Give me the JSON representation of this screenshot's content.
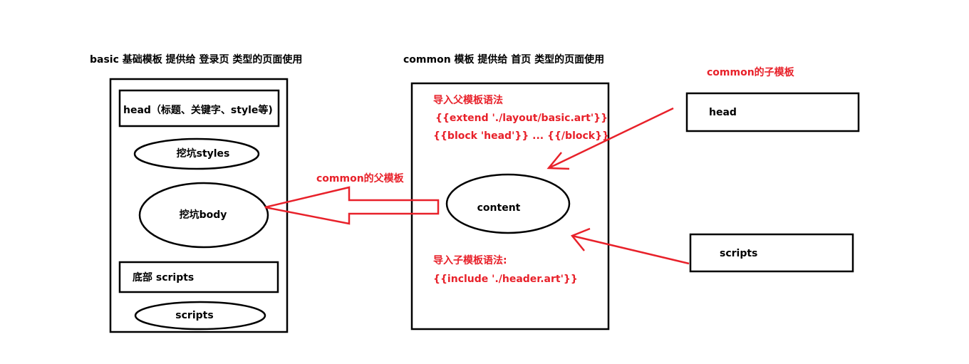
{
  "colors": {
    "ink": "#000000",
    "accent": "#e8212a",
    "background": "#ffffff"
  },
  "basic": {
    "title": "basic   基础模板    提供给 登录页 类型的页面使用",
    "head": "head（标题、关键字、style等)",
    "styles_slot": "挖坑styles",
    "body_slot": "挖坑body",
    "footer_scripts": "底部 scripts",
    "scripts_slot": "scripts"
  },
  "common": {
    "title": "common 模板  提供给 首页 类型的页面使用",
    "parent_syntax_title": "导入父模板语法",
    "extend_syntax": "{{extend './layout/basic.art'}}",
    "block_syntax": "{{block 'head'}} ... {{/block}}",
    "content": "content",
    "include_title": "导入子模板语法:",
    "include_syntax": "{{include './header.art'}}"
  },
  "arrows": {
    "parent_label": "common的父模板",
    "child_label": "common的子模板"
  },
  "children": {
    "head": "head",
    "scripts": "scripts"
  }
}
